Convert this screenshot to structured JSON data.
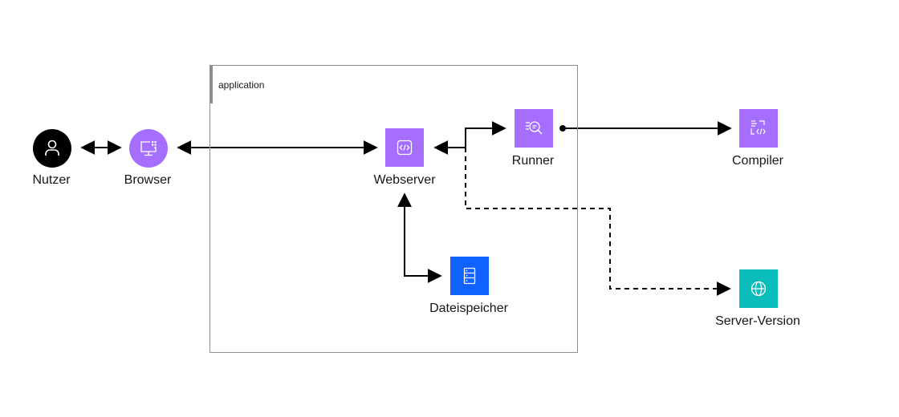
{
  "group": {
    "label": "application"
  },
  "nodes": {
    "nutzer": {
      "label": "Nutzer",
      "icon": "user-icon",
      "color": "#000000"
    },
    "browser": {
      "label": "Browser",
      "icon": "monitor-icon",
      "color": "#a56eff"
    },
    "webserver": {
      "label": "Webserver",
      "icon": "code-icon",
      "color": "#a56eff"
    },
    "runner": {
      "label": "Runner",
      "icon": "search-list-icon",
      "color": "#a56eff"
    },
    "compiler": {
      "label": "Compiler",
      "icon": "code-document-icon",
      "color": "#a56eff"
    },
    "dateispeicher": {
      "label": "Dateispeicher",
      "icon": "storage-icon",
      "color": "#0f62fe"
    },
    "server_version": {
      "label": "Server-Version",
      "icon": "globe-icon",
      "color": "#08bdba"
    }
  },
  "edges": [
    {
      "from": "nutzer",
      "to": "browser",
      "style": "solid",
      "ends": "both-arrows"
    },
    {
      "from": "browser",
      "to": "webserver",
      "style": "solid",
      "ends": "both-arrows"
    },
    {
      "from": "webserver",
      "to": "runner",
      "style": "solid",
      "ends": "both-arrows"
    },
    {
      "from": "runner",
      "to": "compiler",
      "style": "solid",
      "ends": "dot-to-arrow"
    },
    {
      "from": "webserver",
      "to": "dateispeicher",
      "style": "solid",
      "ends": "both-arrows"
    },
    {
      "from": "webserver",
      "to": "server_version",
      "style": "dashed",
      "ends": "arrow"
    }
  ]
}
